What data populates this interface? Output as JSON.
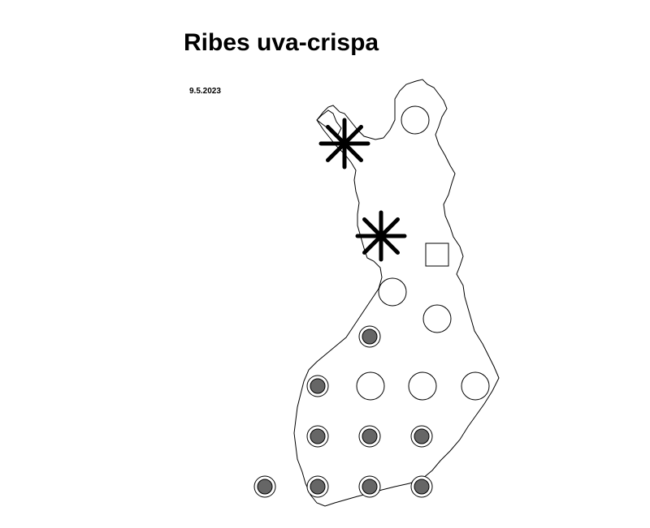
{
  "title": "Ribes uva-crispa",
  "date": "9.5.2023",
  "colors": {
    "outline": "#000000",
    "filled_dot": "#666666",
    "background": "#ffffff"
  },
  "grid_markers": [
    {
      "id": "m1",
      "type": "open-circle"
    },
    {
      "id": "m2",
      "type": "asterisk"
    },
    {
      "id": "m3",
      "type": "asterisk"
    },
    {
      "id": "m4",
      "type": "open-square"
    },
    {
      "id": "m5",
      "type": "open-circle"
    },
    {
      "id": "m6",
      "type": "open-circle"
    },
    {
      "id": "m7",
      "type": "filled-dot"
    },
    {
      "id": "m8",
      "type": "filled-dot"
    },
    {
      "id": "m9",
      "type": "open-circle"
    },
    {
      "id": "m10",
      "type": "open-circle"
    },
    {
      "id": "m11",
      "type": "open-circle"
    },
    {
      "id": "m12",
      "type": "filled-dot"
    },
    {
      "id": "m13",
      "type": "filled-dot"
    },
    {
      "id": "m14",
      "type": "filled-dot"
    },
    {
      "id": "m15",
      "type": "filled-dot"
    },
    {
      "id": "m16",
      "type": "filled-dot"
    },
    {
      "id": "m17",
      "type": "filled-dot"
    },
    {
      "id": "m18",
      "type": "filled-dot"
    }
  ]
}
